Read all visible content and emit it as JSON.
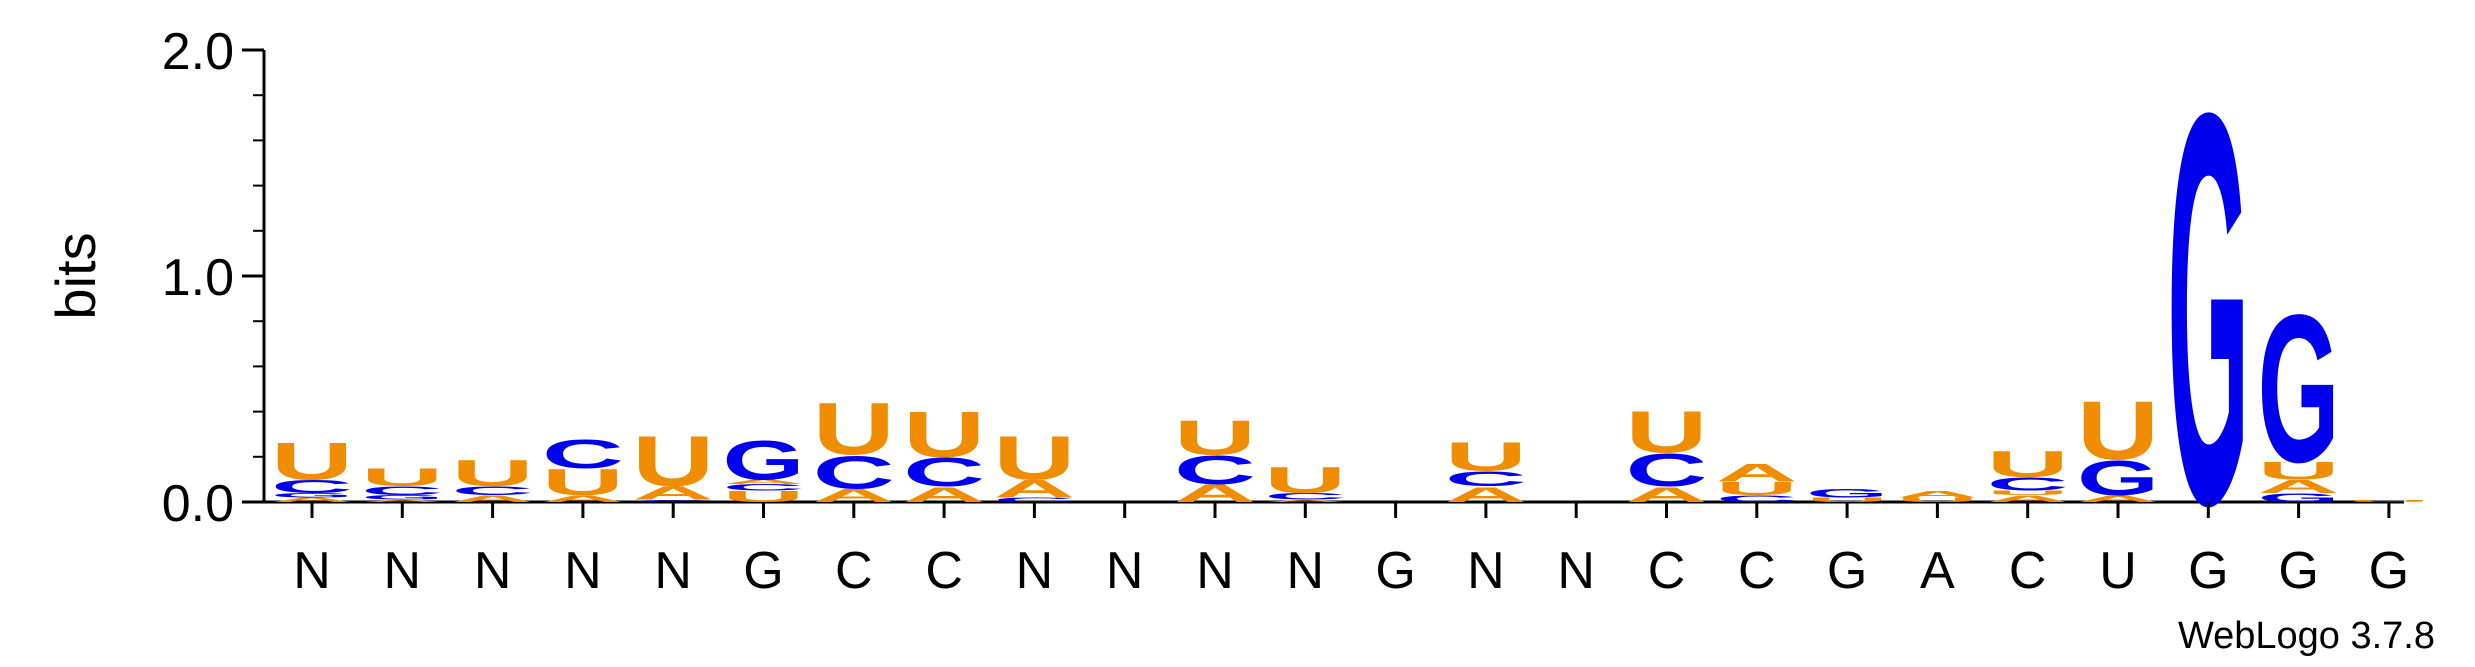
{
  "chart_data": {
    "type": "sequence-logo",
    "ylabel": "bits",
    "ylim": [
      0,
      2.0
    ],
    "yticks": [
      "0.0",
      "1.0",
      "2.0"
    ],
    "grid": false,
    "x_tick_labels": [
      "N",
      "N",
      "N",
      "N",
      "N",
      "G",
      "C",
      "C",
      "N",
      "N",
      "N",
      "N",
      "G",
      "N",
      "N",
      "C",
      "C",
      "G",
      "A",
      "C",
      "U",
      "G",
      "G",
      "G"
    ],
    "colors": {
      "A": "#f08c00",
      "U": "#f08c00",
      "C": "#0000ee",
      "G": "#0000ee"
    },
    "positions": [
      [
        [
          "A",
          0.02
        ],
        [
          "G",
          0.02
        ],
        [
          "C",
          0.06
        ],
        [
          "U",
          0.17
        ]
      ],
      [
        [
          "A",
          0.01
        ],
        [
          "G",
          0.02
        ],
        [
          "C",
          0.04
        ],
        [
          "U",
          0.08
        ]
      ],
      [
        [
          "A",
          0.03
        ],
        [
          "C",
          0.04
        ],
        [
          "U",
          0.12
        ]
      ],
      [
        [
          "A",
          0.03
        ],
        [
          "U",
          0.12
        ],
        [
          "C",
          0.13
        ]
      ],
      [
        [
          "C",
          0.01
        ],
        [
          "A",
          0.06
        ],
        [
          "U",
          0.23
        ]
      ],
      [
        [
          "U",
          0.05
        ],
        [
          "C",
          0.03
        ],
        [
          "A",
          0.02
        ],
        [
          "G",
          0.18
        ]
      ],
      [
        [
          "A",
          0.06
        ],
        [
          "C",
          0.15
        ],
        [
          "U",
          0.24
        ]
      ],
      [
        [
          "A",
          0.07
        ],
        [
          "C",
          0.13
        ],
        [
          "U",
          0.21
        ]
      ],
      [
        [
          "C",
          0.02
        ],
        [
          "A",
          0.08
        ],
        [
          "U",
          0.2
        ]
      ],
      [],
      [
        [
          "A",
          0.08
        ],
        [
          "C",
          0.13
        ],
        [
          "U",
          0.16
        ]
      ],
      [
        [
          "A",
          0.01
        ],
        [
          "C",
          0.03
        ],
        [
          "U",
          0.12
        ]
      ],
      [],
      [
        [
          "A",
          0.07
        ],
        [
          "C",
          0.07
        ],
        [
          "U",
          0.13
        ]
      ],
      [],
      [
        [
          "A",
          0.07
        ],
        [
          "C",
          0.15
        ],
        [
          "U",
          0.19
        ]
      ],
      [
        [
          "C",
          0.03
        ],
        [
          "U",
          0.06
        ],
        [
          "A",
          0.08
        ]
      ],
      [
        [
          "U",
          0.02
        ],
        [
          "G",
          0.04
        ]
      ],
      [
        [
          "U",
          0.02
        ],
        [
          "A",
          0.03
        ]
      ],
      [
        [
          "A",
          0.03
        ],
        [
          "U",
          0.02
        ],
        [
          "C",
          0.06
        ],
        [
          "U",
          0.12
        ]
      ],
      [
        [
          "A",
          0.03
        ],
        [
          "G",
          0.16
        ],
        [
          "U",
          0.27
        ]
      ],
      [
        [
          "G",
          1.8
        ]
      ],
      [
        [
          "G",
          0.04
        ],
        [
          "A",
          0.06
        ],
        [
          "U",
          0.08
        ],
        [
          "G",
          0.68
        ]
      ],
      [
        [
          "U",
          0.01
        ]
      ]
    ]
  },
  "credit": "WebLogo 3.7.8"
}
